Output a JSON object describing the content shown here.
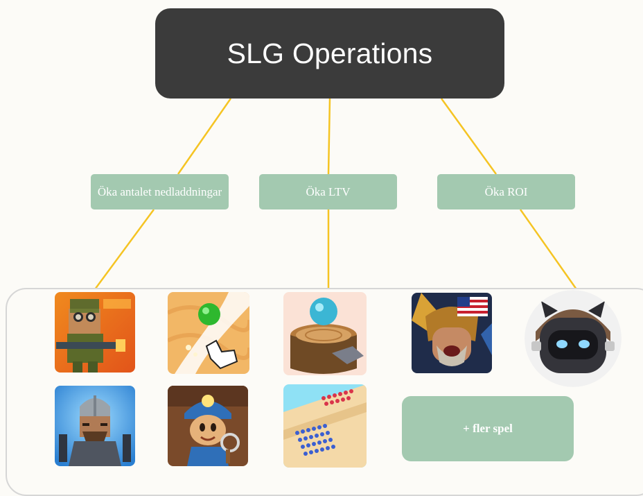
{
  "diagram": {
    "root": {
      "label": "SLG Operations"
    },
    "goals": [
      {
        "label": "Öka antalet nedladdningar"
      },
      {
        "label": "Öka LTV"
      },
      {
        "label": "Öka ROI"
      }
    ],
    "more_games": {
      "label": "+ fler spel"
    },
    "game_icons": [
      {
        "name": "blocky-soldier-shooter-icon"
      },
      {
        "name": "sand-ball-swipe-icon"
      },
      {
        "name": "ball-on-log-icon"
      },
      {
        "name": "warrior-with-flag-icon"
      },
      {
        "name": "robot-cat-head-icon"
      },
      {
        "name": "helmeted-knight-icon"
      },
      {
        "name": "miner-character-icon"
      },
      {
        "name": "crowd-runner-icon"
      }
    ],
    "colors": {
      "root_fill": "#3b3b3b",
      "goal_fill": "#a3c9b0",
      "connector": "#f5c423",
      "panel_border": "#d6d6d6",
      "background": "#fcfbf7"
    }
  }
}
